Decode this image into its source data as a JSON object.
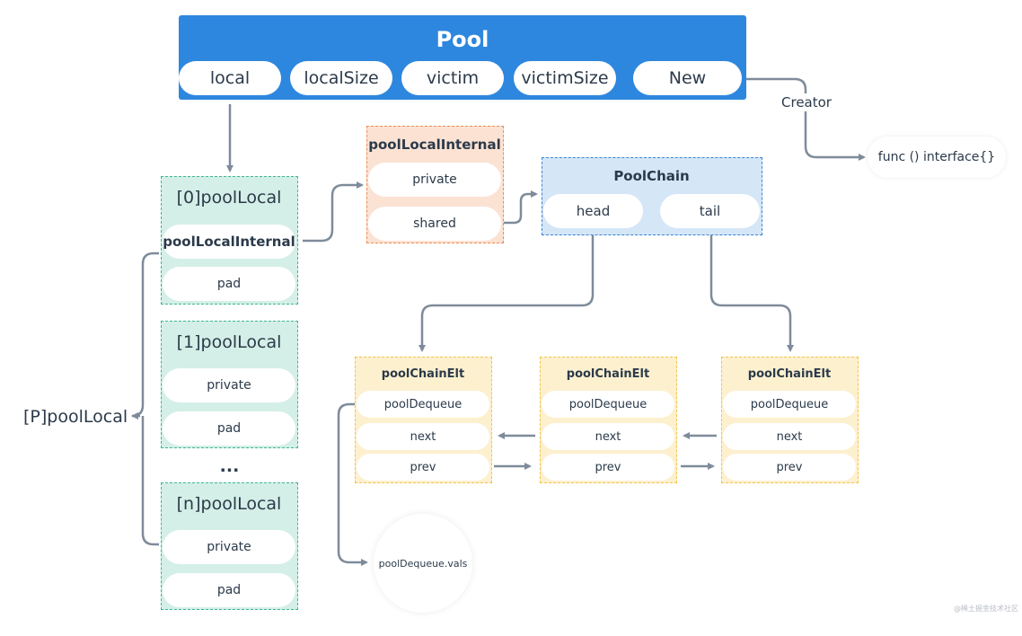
{
  "pool": {
    "title": "Pool",
    "fields": [
      "local",
      "localSize",
      "victim",
      "victimSize",
      "New"
    ],
    "bg_color": "#2e87de"
  },
  "creator": {
    "label": "Creator",
    "target": "func () interface{}"
  },
  "pool_local_array_label": "[P]poolLocal",
  "pool_locals": [
    {
      "title": "[0]poolLocal",
      "fields": [
        "poolLocalInternal",
        "pad"
      ]
    },
    {
      "title": "[1]poolLocal",
      "fields": [
        "private",
        "pad"
      ]
    },
    {
      "title": "[n]poolLocal",
      "fields": [
        "private",
        "pad"
      ]
    }
  ],
  "ellipsis": "...",
  "pool_local_internal": {
    "title": "poolLocalInternal",
    "fields": [
      "private",
      "shared"
    ]
  },
  "pool_chain": {
    "title": "PoolChain",
    "fields": [
      "head",
      "tail"
    ]
  },
  "pool_chain_elts": [
    {
      "title": "poolChainElt",
      "fields": [
        "poolDequeue",
        "next",
        "prev"
      ]
    },
    {
      "title": "poolChainElt",
      "fields": [
        "poolDequeue",
        "next",
        "prev"
      ]
    },
    {
      "title": "poolChainElt",
      "fields": [
        "poolDequeue",
        "next",
        "prev"
      ]
    }
  ],
  "pool_dequeue_vals": "poolDequeue.vals",
  "watermark": "@稀土掘金技术社区",
  "colors": {
    "pool_local_bg": "#d4efe7",
    "pool_local_border": "#3fb596",
    "internal_bg": "#fbe2d3",
    "internal_border": "#ee8b52",
    "chain_bg": "#d5e6f7",
    "chain_border": "#3b86d4",
    "elt_bg": "#fdf0cf",
    "elt_border": "#f1c44a",
    "arrow": "#7e8b9a"
  }
}
